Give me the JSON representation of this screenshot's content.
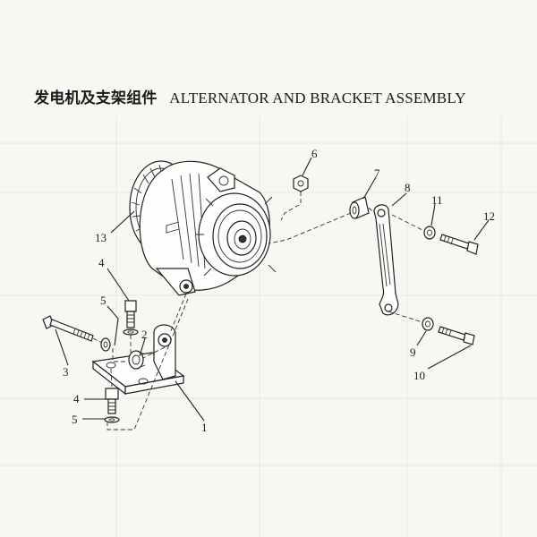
{
  "title": {
    "chinese": "发电机及支架组件",
    "english": "ALTERNATOR AND BRACKET ASSEMBLY"
  },
  "callouts": [
    {
      "id": "1",
      "label": "1"
    },
    {
      "id": "2",
      "label": "2"
    },
    {
      "id": "3",
      "label": "3"
    },
    {
      "id": "4a",
      "label": "4"
    },
    {
      "id": "5a",
      "label": "5"
    },
    {
      "id": "4b",
      "label": "4"
    },
    {
      "id": "5b",
      "label": "5"
    },
    {
      "id": "6",
      "label": "6"
    },
    {
      "id": "7",
      "label": "7"
    },
    {
      "id": "8",
      "label": "8"
    },
    {
      "id": "9",
      "label": "9"
    },
    {
      "id": "10",
      "label": "10"
    },
    {
      "id": "11",
      "label": "11"
    },
    {
      "id": "12",
      "label": "12"
    },
    {
      "id": "13",
      "label": "13"
    }
  ]
}
